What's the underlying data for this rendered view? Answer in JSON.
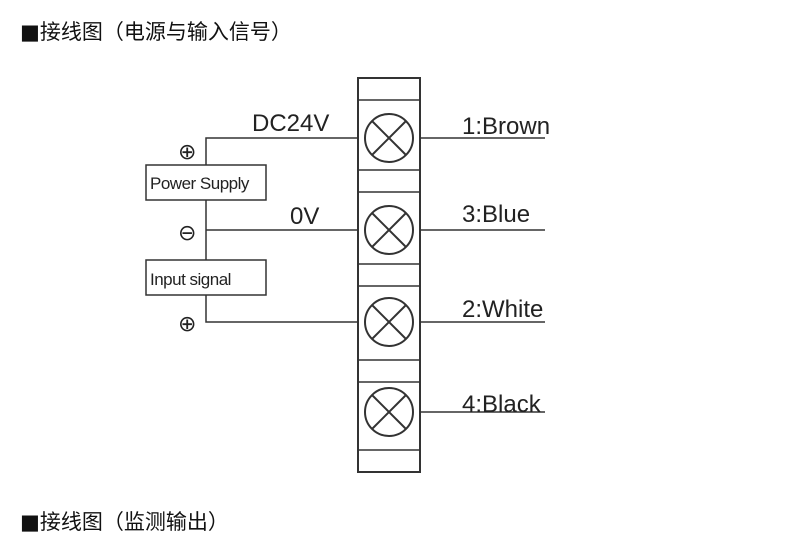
{
  "headings": {
    "top": "■接线图（电源与输入信号）",
    "bottom": "■接线图（监测输出）"
  },
  "diagram": {
    "supply_voltage": "DC24V",
    "zero_voltage": "0V",
    "power_supply_label": "Power Supply",
    "input_signal_label": "Input signal",
    "terminals": [
      {
        "label": "1:Brown"
      },
      {
        "label": "3:Blue"
      },
      {
        "label": "2:White"
      },
      {
        "label": "4:Black"
      }
    ],
    "polarity": {
      "plus": "⊕",
      "minus": "⊖",
      "plus2": "⊕"
    }
  }
}
